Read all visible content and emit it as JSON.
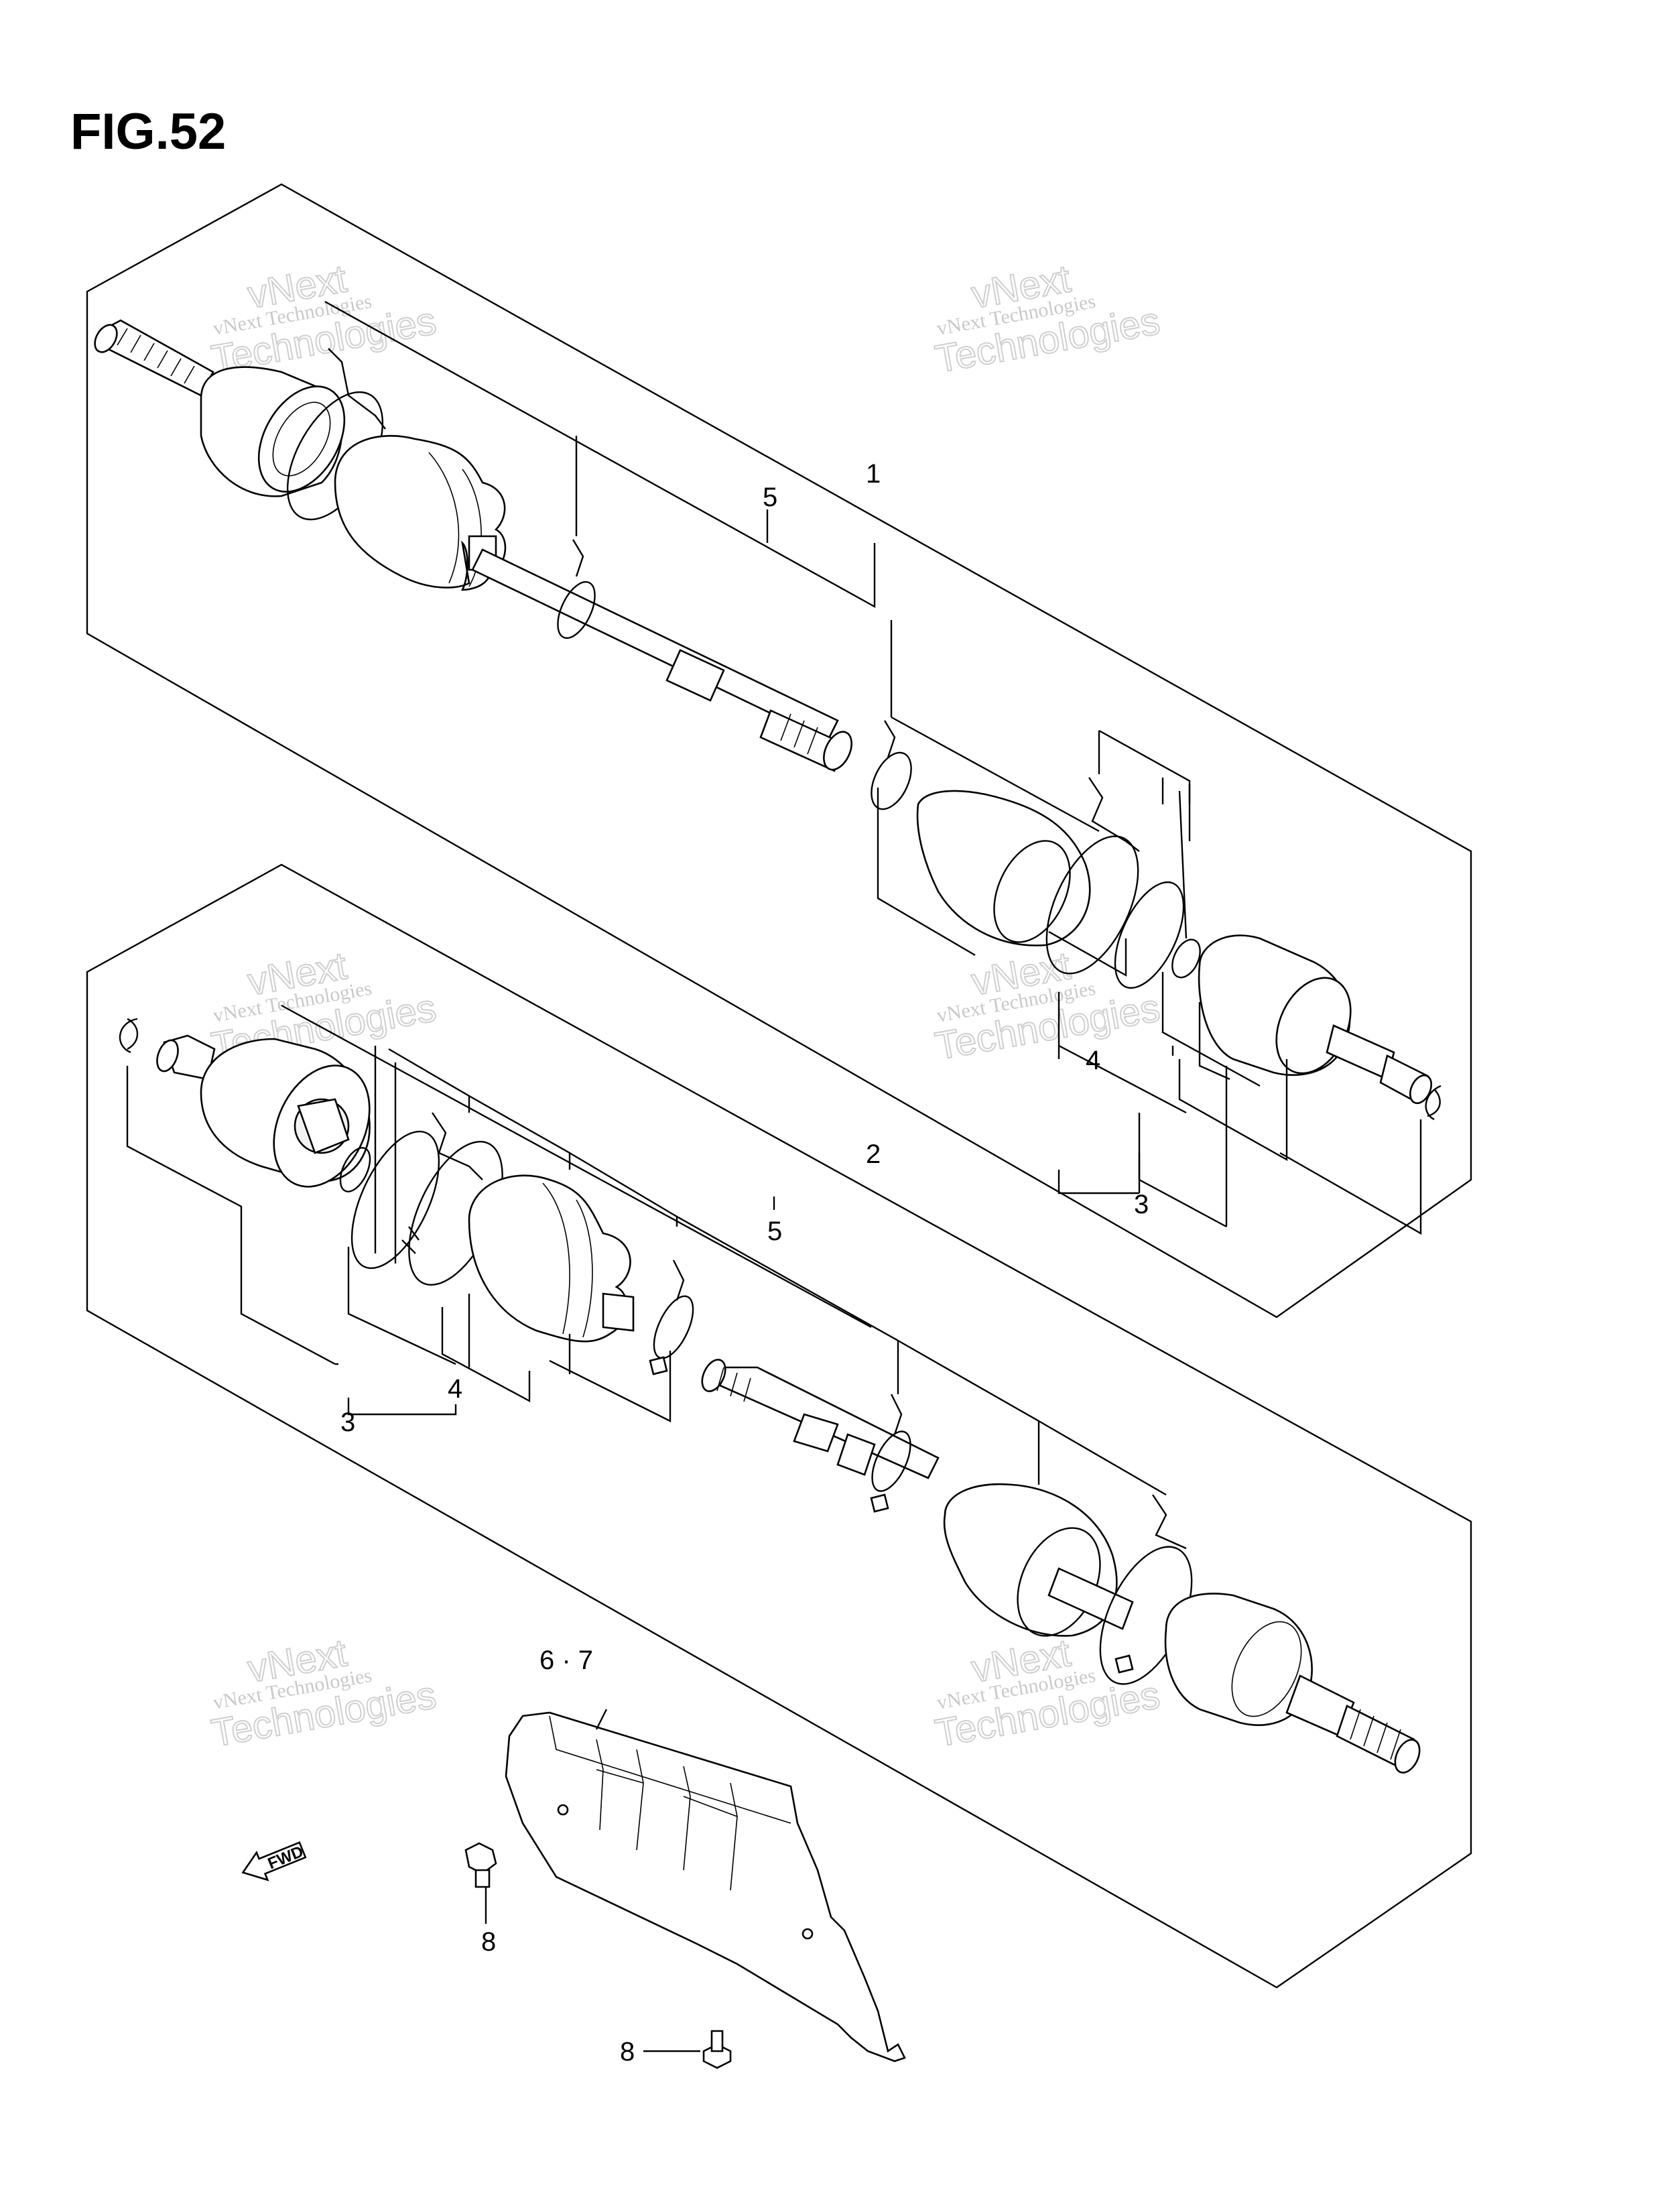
{
  "figure": {
    "title": "FIG.52"
  },
  "callouts": {
    "upper_assembly": "1",
    "upper_shaft": "5",
    "upper_boot_kit": "4",
    "upper_joint_kit": "3",
    "lower_assembly": "2",
    "lower_shaft": "5",
    "lower_joint_kit": "3",
    "lower_boot_kit": "4",
    "cover": "6 · 7",
    "bolt_upper": "8",
    "bolt_lower": "8"
  },
  "direction_marker": {
    "label": "FWD",
    "icon": "forward-arrow-icon"
  },
  "watermark": {
    "line_small": "vNext Technologies",
    "line_large": "Technologies",
    "line_top": "vNext"
  }
}
